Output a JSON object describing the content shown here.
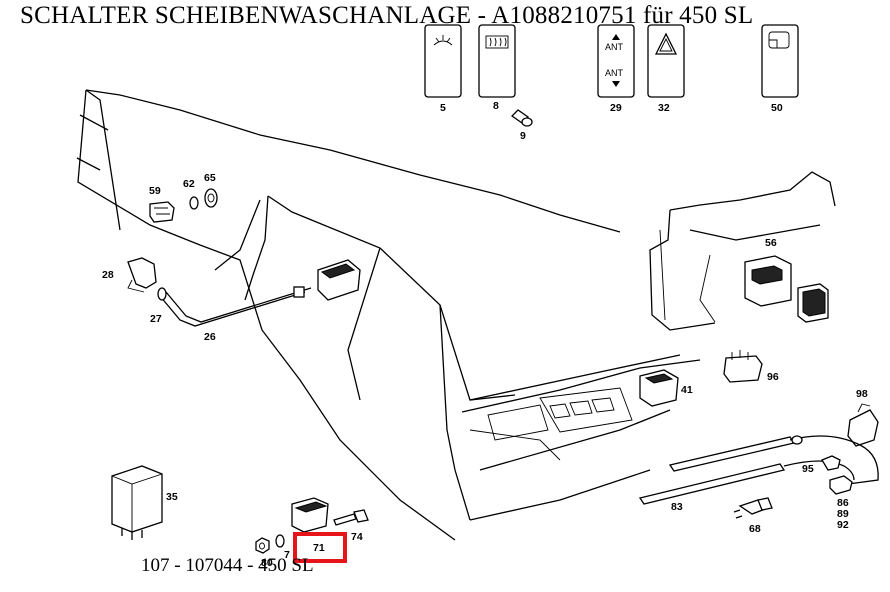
{
  "title": "SCHALTER SCHEIBENWASCHANLAGE - A1088210751 für 450 SL",
  "footer": "107 - 107044 - 450 SL",
  "highlight_color": "#e8141b",
  "highlighted_part": "71",
  "switch_texts": {
    "ant_up": "ANT",
    "ant_down": "ANT"
  },
  "parts": {
    "p5": "5",
    "p8": "8",
    "p9": "9",
    "p29": "29",
    "p32": "32",
    "p50": "50",
    "p59": "59",
    "p62": "62",
    "p65": "65",
    "p28": "28",
    "p27": "27",
    "p26": "26",
    "p56": "56",
    "p41": "41",
    "p96": "96",
    "p98": "98",
    "p95": "95",
    "p35": "35",
    "p83": "83",
    "p68": "68",
    "p86": "86",
    "p89": "89",
    "p92": "92",
    "p74": "74",
    "p71": "71",
    "p7x": "7",
    "p80": "80"
  }
}
